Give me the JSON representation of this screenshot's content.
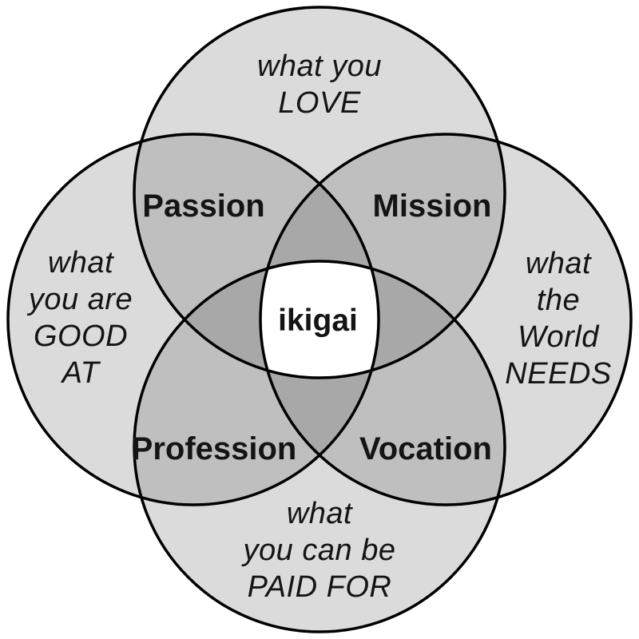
{
  "diagram": {
    "center": {
      "label": "ikigai"
    },
    "circles": [
      {
        "name": "love",
        "label": "what you\nLOVE"
      },
      {
        "name": "good-at",
        "label": "what\nyou are\nGOOD\nAT"
      },
      {
        "name": "world-needs",
        "label": "what\nthe World\nNEEDS"
      },
      {
        "name": "paid-for",
        "label": "what\nyou can be\nPAID FOR"
      }
    ],
    "overlaps": [
      {
        "name": "passion",
        "label": "Passion"
      },
      {
        "name": "mission",
        "label": "Mission"
      },
      {
        "name": "profession",
        "label": "Profession"
      },
      {
        "name": "vocation",
        "label": "Vocation"
      }
    ]
  },
  "colors": {
    "background": "#ffffff",
    "circle_fill": "#dbdbdb",
    "overlap_two_fill": "#bfbfbf",
    "overlap_three_fill": "#a8a8a8",
    "center_fill": "#ffffff",
    "outline": "#000000",
    "text": "#141414"
  }
}
